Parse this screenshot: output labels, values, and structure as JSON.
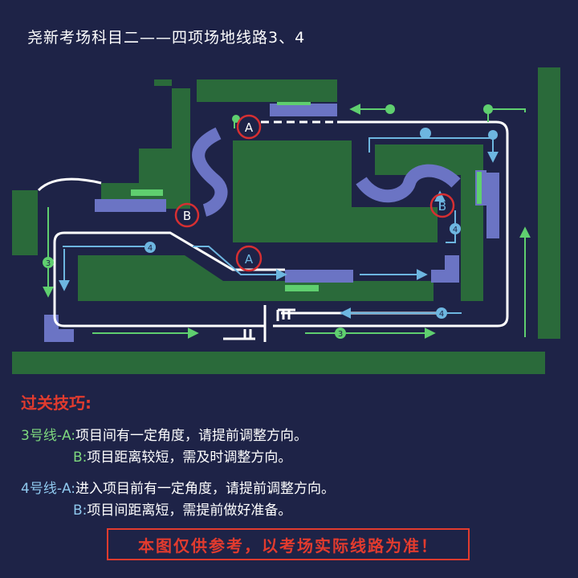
{
  "title": "尧新考场科目二——四项场地线路3、4",
  "colors": {
    "background": "#1e2347",
    "building": "#2a6a3a",
    "platform": "#6b74c4",
    "route3": "#5fcf6f",
    "route4": "#6db6e0",
    "marker": "#d62f32",
    "warning": "#e23b2e"
  },
  "map": {
    "point_labels": {
      "a": "A",
      "b": "B"
    },
    "route3_number": "3",
    "route4_number": "4"
  },
  "tips": {
    "heading": "过关技巧:",
    "route3": {
      "label": "3号线-A:",
      "a_text": "项目间有一定角度，请提前调整方向。",
      "b_label": "B:",
      "b_text": "项目距离较短，需及时调整方向。"
    },
    "route4": {
      "label": "4号线-A:",
      "a_text": "进入项目前有一定角度，请提前调整方向。",
      "b_label": "B:",
      "b_text": "项目间距离短，需提前做好准备。"
    }
  },
  "notice": "本图仅供参考，以考场实际线路为准！"
}
